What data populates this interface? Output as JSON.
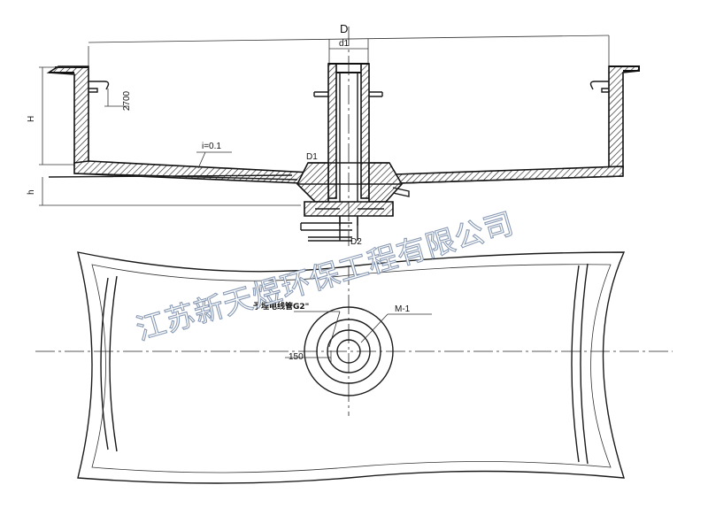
{
  "labels": {
    "diameter": "D",
    "pipe_diameter": "d1",
    "depth_mark": "2700",
    "height": "H",
    "base_height": "h",
    "slope": "i=0.1",
    "outer_diameter_1": "D1",
    "outer_diameter_2": "D2",
    "cable_pipe": "予埋电线管G2\"",
    "mark": "M-1",
    "offset": "150"
  },
  "watermark": "江苏新天煜环保工程有限公司",
  "colors": {
    "line": "#1a1a1a",
    "watermark_stroke": "#8a9bb5"
  }
}
